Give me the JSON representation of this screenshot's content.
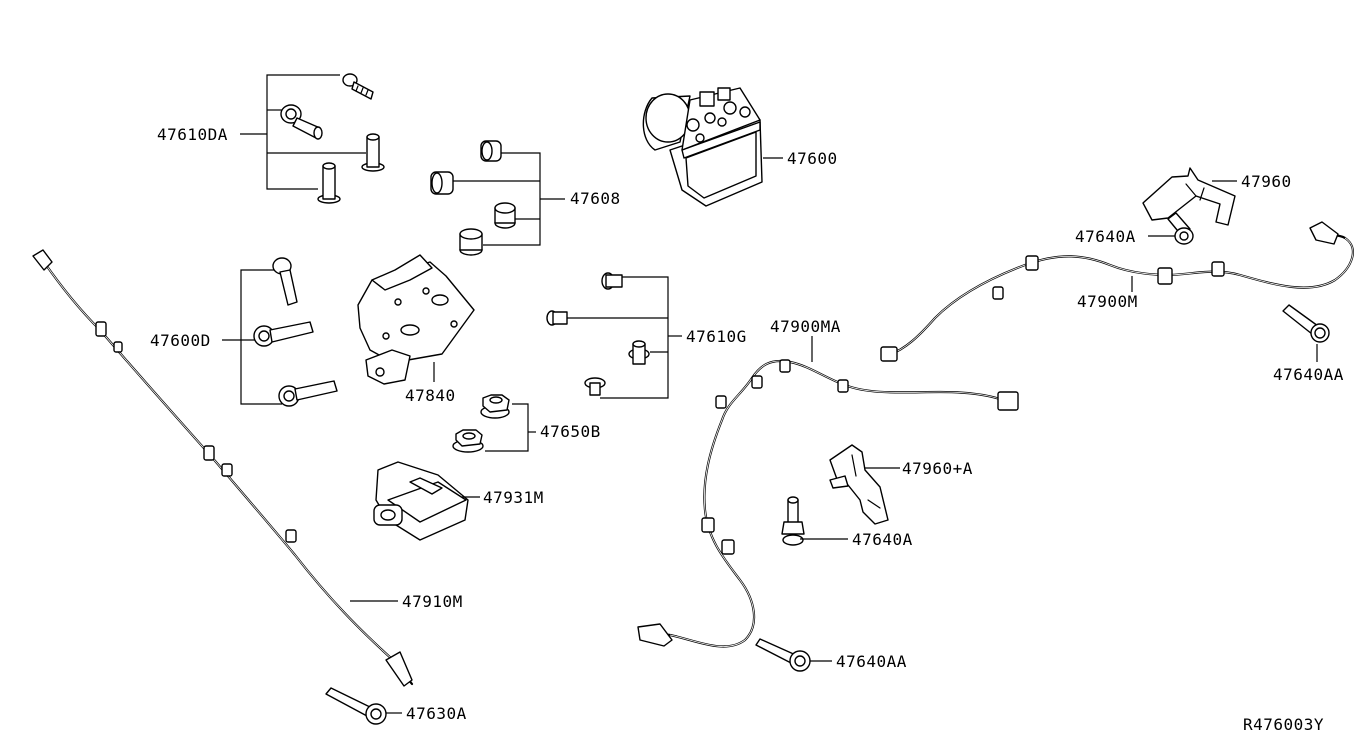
{
  "diagram": {
    "reference": "R476003Y",
    "labels": {
      "p47610DA": "47610DA",
      "p47608": "47608",
      "p47600": "47600",
      "p47960": "47960",
      "p47640A_top": "47640A",
      "p47900M": "47900M",
      "p47640AA_right": "47640AA",
      "p47600D": "47600D",
      "p47840": "47840",
      "p47610G": "47610G",
      "p47900MA": "47900MA",
      "p47650B": "47650B",
      "p47931M": "47931M",
      "p47960A": "47960+A",
      "p47640A_mid": "47640A",
      "p47910M": "47910M",
      "p47640AA_bottom": "47640AA",
      "p47630A": "47630A"
    }
  }
}
